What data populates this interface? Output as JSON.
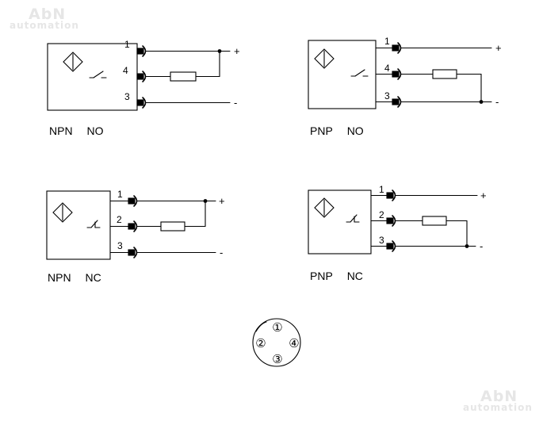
{
  "watermark": {
    "brand": "AbN",
    "tagline": "automation"
  },
  "diagrams": [
    {
      "type": "NPN",
      "contact": "NO",
      "pins": [
        "1",
        "4",
        "3"
      ],
      "polarity": [
        "+",
        "-"
      ]
    },
    {
      "type": "PNP",
      "contact": "NO",
      "pins": [
        "1",
        "4",
        "3"
      ],
      "polarity": [
        "+",
        "-"
      ]
    },
    {
      "type": "NPN",
      "contact": "NC",
      "pins": [
        "1",
        "2",
        "3"
      ],
      "polarity": [
        "+",
        "-"
      ]
    },
    {
      "type": "PNP",
      "contact": "NC",
      "pins": [
        "1",
        "2",
        "3"
      ],
      "polarity": [
        "+",
        "-"
      ]
    }
  ],
  "connector": {
    "pins": [
      "①",
      "②",
      "④",
      "③"
    ]
  },
  "colors": {
    "line": "#000000",
    "watermark": "#e6e6e6"
  }
}
